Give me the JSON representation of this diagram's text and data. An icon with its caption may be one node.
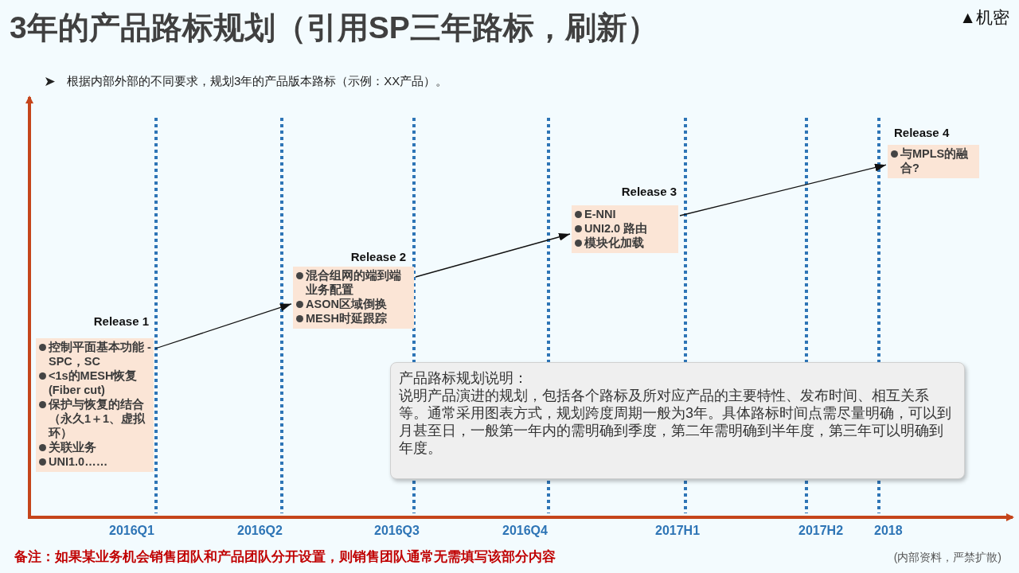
{
  "diagram": {
    "title": "3年的产品路标规划（引用SP三年路标，刷新）",
    "nodes": [
      {
        "text": [
          "Release 1",
          "控制平面基本功能 - SPC，SC",
          "<1s的MESH恢复 (Fiber cut)",
          "保护与恢复的结合（永久1＋1、虚拟环）",
          "关联业务",
          "UNI1.0……"
        ]
      },
      {
        "text": [
          "Release 2",
          "混合组网的端到端业务配置",
          "ASON区域倒换",
          "MESH时延跟踪"
        ]
      },
      {
        "text": [
          "Release 3",
          "E-NNI",
          "UNI2.0 路由",
          "模块化加载"
        ]
      },
      {
        "text": [
          "Release 4",
          "与MPLS的融合?"
        ]
      },
      {
        "text": [
          "产品路标规划说明：",
          "说明产品演进的规划，包括各个路标及所对应产品的主要特性、发布时间、相互关系等。通常采用图表方式，规划跨度周期一般为3年。具体路标时间点需尽量明确，可以到月甚至日，一般第一年内的需明确到季度，第二年需明确到半年度，第三年可以明确到年度。"
        ]
      }
    ],
    "edges": [
      {
        "from": 0,
        "to": 1,
        "arrow": "to"
      },
      {
        "from": 1,
        "to": 2,
        "arrow": "to"
      },
      {
        "from": 2,
        "to": 3,
        "arrow": "to"
      }
    ],
    "labels": [
      "▲机密",
      "根据内部外部的不同要求，规划3年的产品版本路标（示例：XX产品）。",
      "2016Q1",
      "2016Q2",
      "2016Q3",
      "2016Q4",
      "2017H1",
      "2017H2",
      "2018",
      "备注：如果某业务机会销售团队和产品团队分开设置，则销售团队通常无需填写该部分内容",
      "(内部资料，严禁扩散)"
    ]
  }
}
